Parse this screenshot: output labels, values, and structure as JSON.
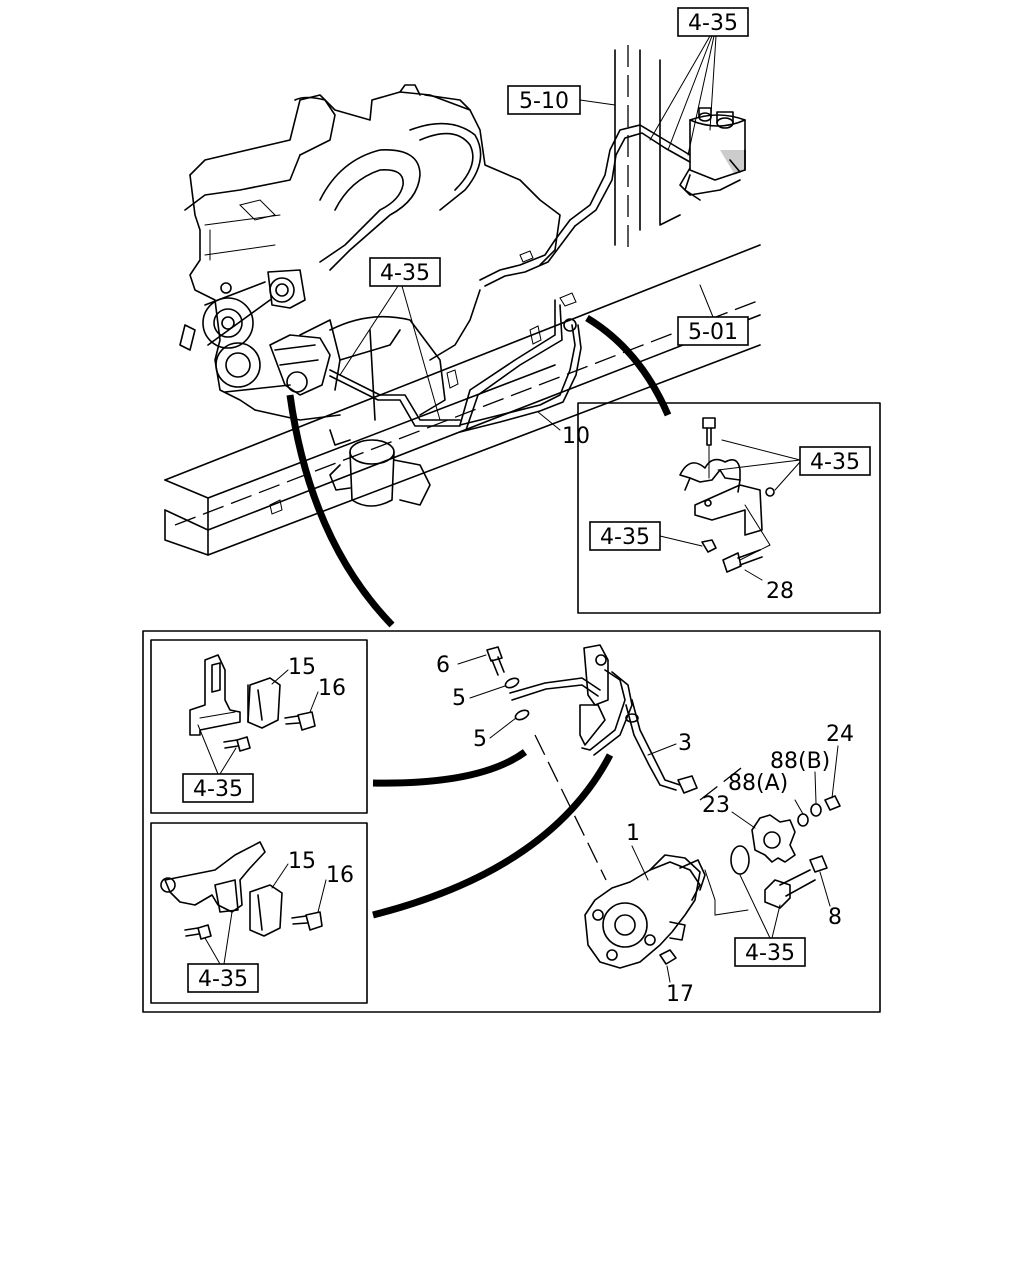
{
  "refs": {
    "r435_top": "4-35",
    "r510": "5-10",
    "r435_mid": "4-35",
    "r501": "5-01",
    "r435_box1": "4-35",
    "r435_box2": "4-35",
    "r435_inset1": "4-35",
    "r435_inset2": "4-35",
    "r435_main": "4-35"
  },
  "parts": {
    "p10": "10",
    "p28": "28",
    "p15a": "15",
    "p16a": "16",
    "p15b": "15",
    "p16b": "16",
    "p6": "6",
    "p5a": "5",
    "p5b": "5",
    "p3": "3",
    "p24": "24",
    "p88b": "88(B)",
    "p88a": "88(A)",
    "p23": "23",
    "p1": "1",
    "p8": "8",
    "p17": "17"
  }
}
